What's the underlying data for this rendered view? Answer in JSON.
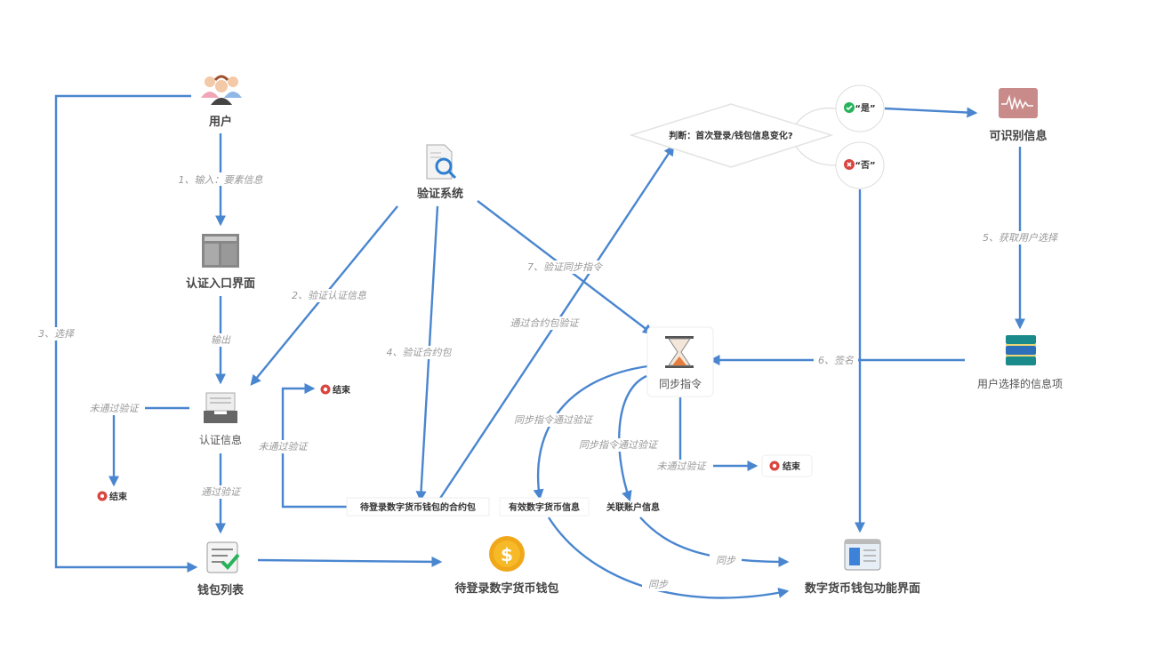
{
  "nodes": {
    "user": "用户",
    "auth_entry": "认证入口界面",
    "auth_info": "认证信息",
    "wallet_list": "钱包列表",
    "verify_system": "验证系统",
    "sync_command": "同步指令",
    "pending_wallet": "待登录数字货币钱包",
    "wallet_ui": "数字货币钱包功能界面",
    "identifiable_info": "可识别信息",
    "user_selected_items": "用户选择的信息项",
    "decision": "判断：首次登录/钱包信息变化?",
    "yes": "“是”",
    "no": "“否”",
    "contract_package": "待登录数字货币钱包的合约包",
    "valid_currency_info": "有效数字货币信息",
    "linked_account_info": "关联账户信息",
    "end": "结束"
  },
  "edges": {
    "input": "1、输入：要素信息",
    "verify_auth": "2、验证认证信息",
    "select": "3、选择",
    "verify_contract": "4、验证合约包",
    "get_selection": "5、获取用户选择",
    "sign": "6、签名",
    "verify_sync": "7、验证同步指令",
    "output": "输出",
    "not_passed": "未通过验证",
    "passed": "通过验证",
    "passed_contract": "通过合约包验证",
    "sync_passed": "同步指令通过验证",
    "sync": "同步"
  },
  "colors": {
    "line": "#4a86cf",
    "end_icon": "#d9453f",
    "yes_icon": "#27b35a",
    "coin": "#f0a719"
  }
}
